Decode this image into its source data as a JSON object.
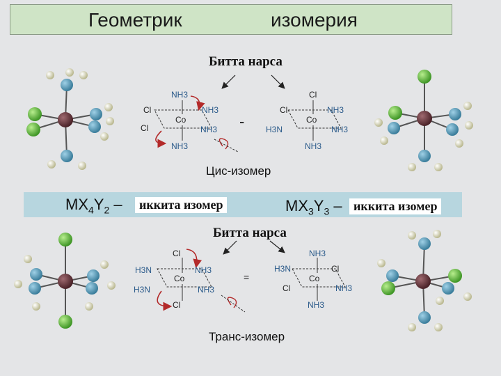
{
  "title": {
    "left": "Геометрик",
    "right": "изомерия"
  },
  "top_section": {
    "heading": "Битта нарса",
    "separator": "-",
    "left_complex": {
      "top": "NH3",
      "left_up": "Cl",
      "right_up": "NH3",
      "center": "Co",
      "left_down": "Cl",
      "right_down": "NH3",
      "bottom": "NH3"
    },
    "right_complex": {
      "top": "Cl",
      "left_up": "Cl",
      "right_up": "NH3",
      "center": "Co",
      "left_down": "H3N",
      "right_down": "NH3",
      "bottom": "NH3"
    },
    "caption": "Цис-изомер"
  },
  "middle_band": {
    "formula_a": {
      "main": "MX",
      "sub1": "4",
      "mid": "Y",
      "sub2": "2",
      "dash": " –"
    },
    "label_a": "иккита изомер",
    "formula_b": {
      "main": "MX",
      "sub1": "3",
      "mid": "Y",
      "sub2": "3",
      "dash": " –"
    },
    "label_b": "иккита изомер"
  },
  "bottom_section": {
    "heading": "Битта нарса",
    "separator": "=",
    "left_complex": {
      "top": "Cl",
      "left_up": "H3N",
      "right_up": "NH3",
      "center": "Co",
      "left_down": "H3N",
      "right_down": "NH3",
      "bottom": "Cl"
    },
    "right_complex": {
      "top": "NH3",
      "left_up": "H3N",
      "right_up": "Cl",
      "center": "Co",
      "left_down": "Cl",
      "right_down": "NH3",
      "bottom": "NH3"
    },
    "caption": "Транс-изомер"
  },
  "colors": {
    "cobalt": "#5a2f35",
    "nitrogen": "#4d93b0",
    "hydrogen": "#d9d7b2",
    "chlorine": "#6cc04a",
    "arrow_red": "#b32a2a",
    "band": "#b7d6df",
    "title_bg": "#cfe4c6"
  }
}
